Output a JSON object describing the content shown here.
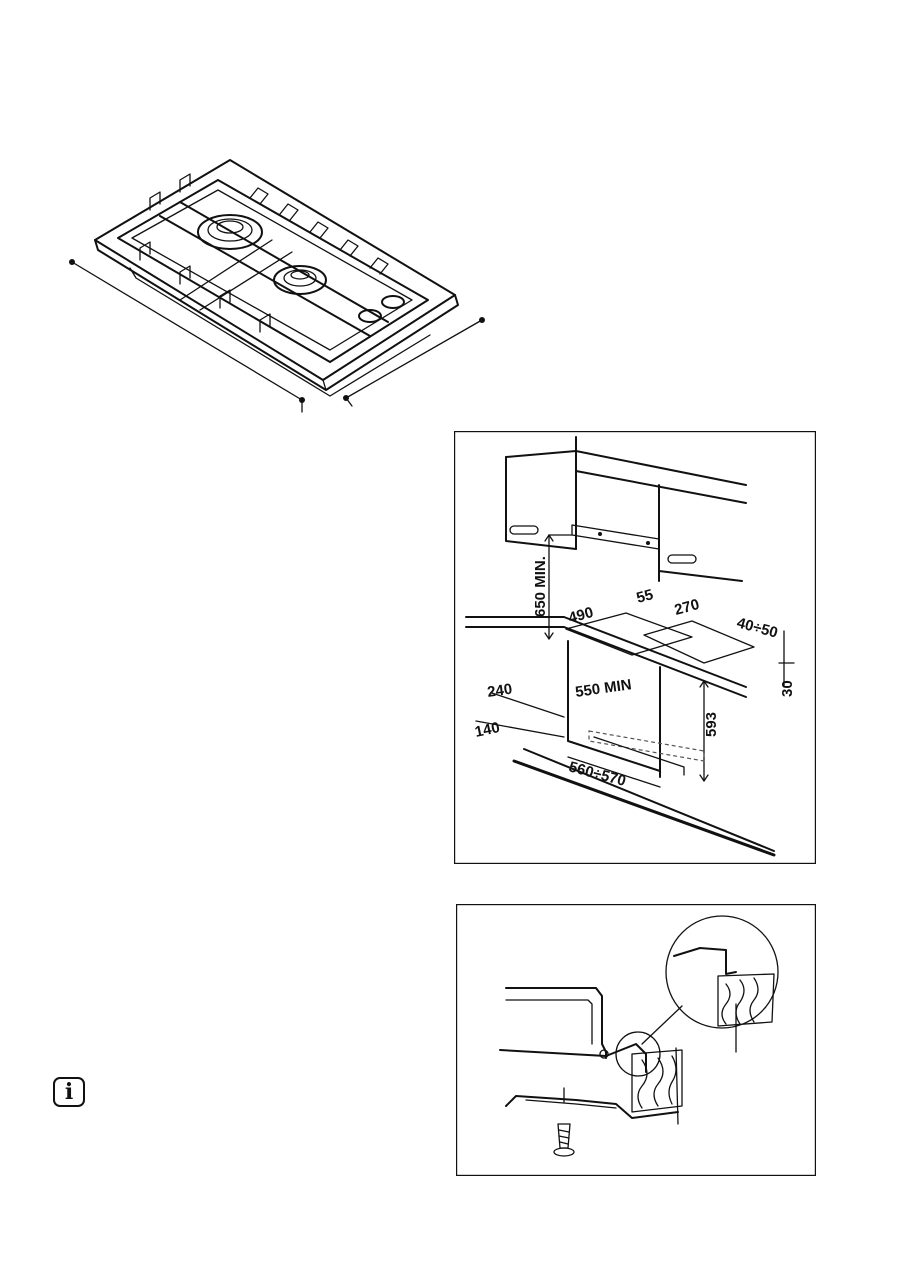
{
  "install_diagram": {
    "dimensions": {
      "d650": "650 MIN.",
      "d490": "490",
      "d55": "55",
      "d270": "270",
      "d4050": "40÷50",
      "d30": "30",
      "d240": "240",
      "d550": "550 MIN",
      "d593": "593",
      "d140": "140",
      "d560570": "560÷570"
    }
  },
  "notice": {
    "icon": "info-icon",
    "glyph": "i"
  }
}
